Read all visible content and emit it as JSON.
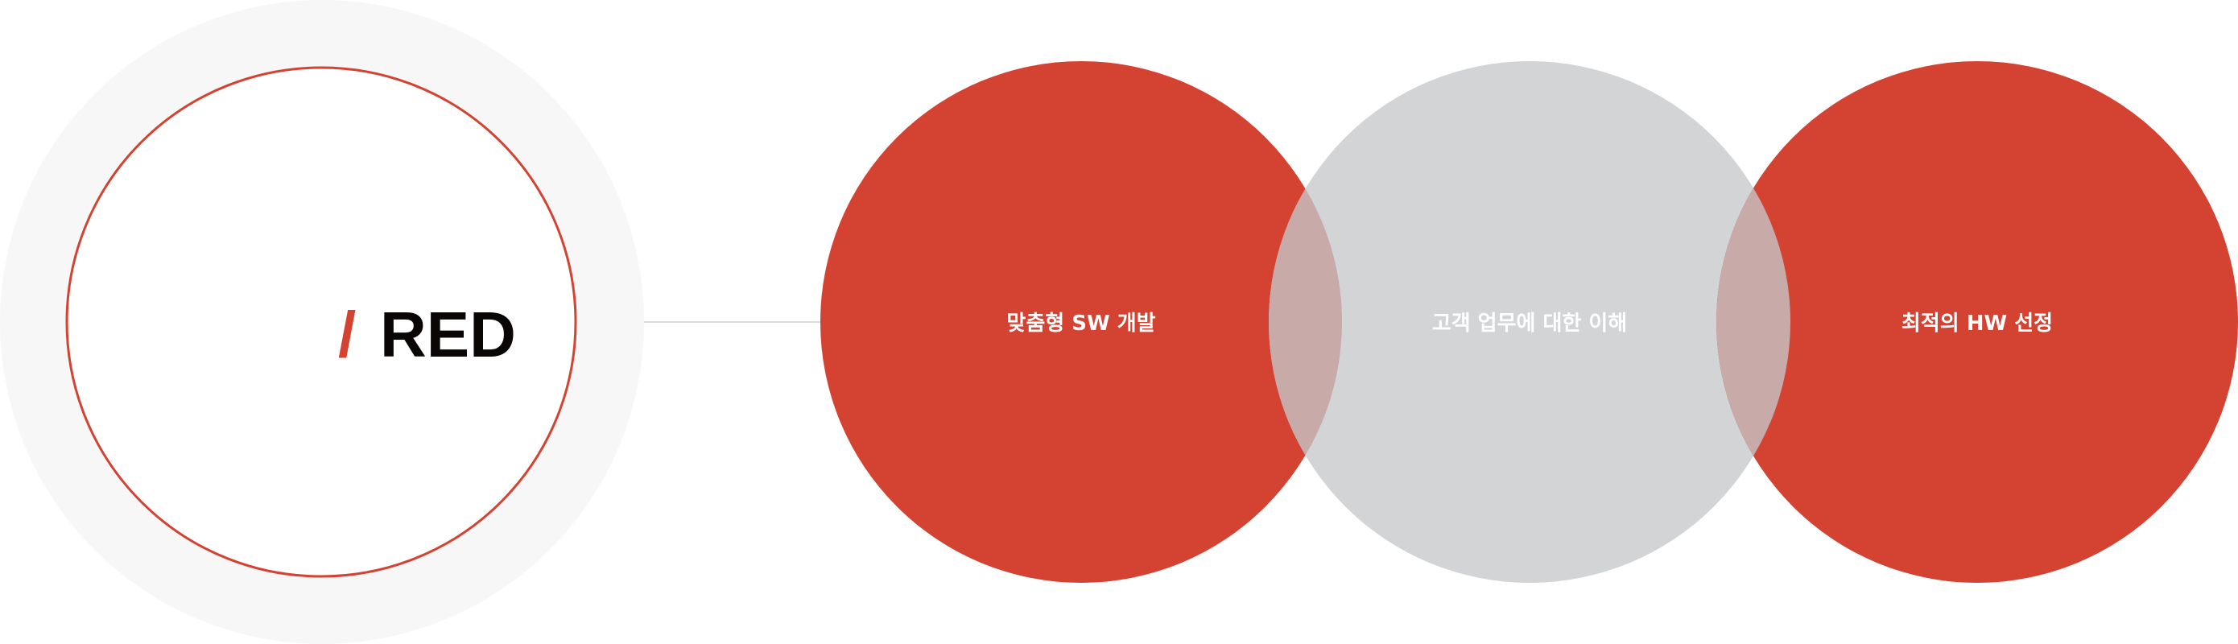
{
  "logo": {
    "slash": "/",
    "text": "RED"
  },
  "circles": [
    {
      "label": "맞춤형 SW 개발",
      "color": "#d44332"
    },
    {
      "label": "고객 업무에 대한 이해",
      "color": "#d3d4d6"
    },
    {
      "label": "최적의 HW 선정",
      "color": "#d44332"
    }
  ],
  "colors": {
    "accent": "#d44332",
    "overlap": "#c8aaa9",
    "halo": "#f7f7f7"
  }
}
